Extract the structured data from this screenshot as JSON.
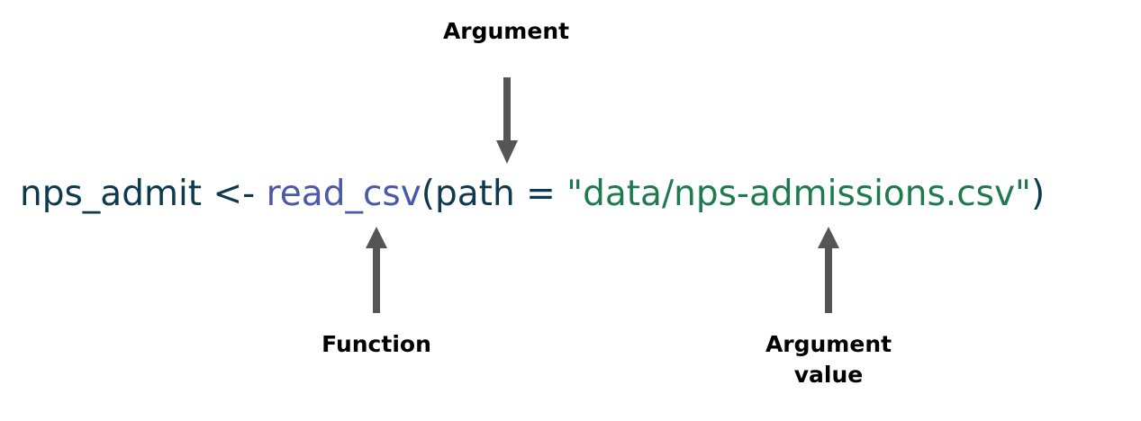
{
  "labels": {
    "argument": "Argument",
    "function": "Function",
    "argument_value_line1": "Argument",
    "argument_value_line2": "value"
  },
  "code": {
    "variable": "nps_admit",
    "assign": " <- ",
    "function": "read_csv",
    "open_paren": "(",
    "argument": "path",
    "equals": " = ",
    "string": "\"data/nps-admissions.csv\"",
    "close_paren": ")"
  },
  "colors": {
    "variable": "#0e3a4f",
    "function": "#4a5aa8",
    "string": "#1e7b4f",
    "arrow": "#555555",
    "label": "#000000"
  }
}
